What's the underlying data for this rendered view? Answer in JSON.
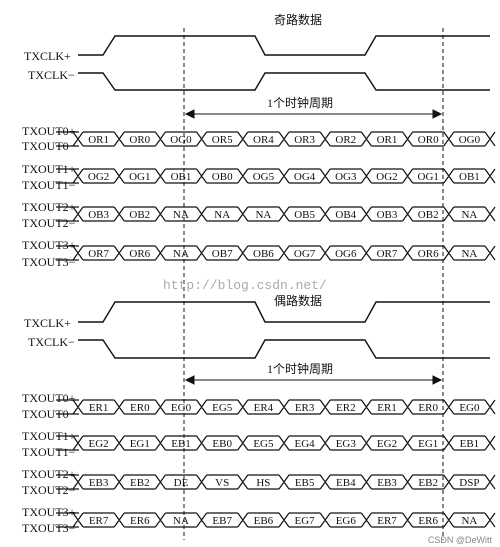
{
  "odd": {
    "title": "奇路数据",
    "clk_pos": "TXCLK+",
    "clk_neg": "TXCLK−",
    "period": "1个时钟周期",
    "pairs": [
      {
        "pos": "TXOUT0+",
        "neg": "TXOUT0−",
        "cells": [
          "OR1",
          "OR0",
          "OG0",
          "OR5",
          "OR4",
          "OR3",
          "OR2",
          "OR1",
          "OR0",
          "OG0"
        ]
      },
      {
        "pos": "TXOUT1+",
        "neg": "TXOUT1−",
        "cells": [
          "OG2",
          "OG1",
          "OB1",
          "OB0",
          "OG5",
          "OG4",
          "OG3",
          "OG2",
          "OG1",
          "OB1"
        ]
      },
      {
        "pos": "TXOUT2+",
        "neg": "TXOUT2−",
        "cells": [
          "OB3",
          "OB2",
          "NA",
          "NA",
          "NA",
          "OB5",
          "OB4",
          "OB3",
          "OB2",
          "NA"
        ]
      },
      {
        "pos": "TXOUT3+",
        "neg": "TXOUT3−",
        "cells": [
          "OR7",
          "OR6",
          "NA",
          "OB7",
          "OB6",
          "OG7",
          "OG6",
          "OR7",
          "OR6",
          "NA"
        ]
      }
    ]
  },
  "even": {
    "title": "偶路数据",
    "clk_pos": "TXCLK+",
    "clk_neg": "TXCLK−",
    "period": "1个时钟周期",
    "pairs": [
      {
        "pos": "TXOUT0+",
        "neg": "TXOUT0−",
        "cells": [
          "ER1",
          "ER0",
          "EG0",
          "EG5",
          "ER4",
          "ER3",
          "ER2",
          "ER1",
          "ER0",
          "EG0"
        ]
      },
      {
        "pos": "TXOUT1+",
        "neg": "TXOUT1−",
        "cells": [
          "EG2",
          "EG1",
          "EB1",
          "EB0",
          "EG5",
          "EG4",
          "EG3",
          "EG2",
          "EG1",
          "EB1"
        ]
      },
      {
        "pos": "TXOUT2+",
        "neg": "TXOUT2−",
        "cells": [
          "EB3",
          "EB2",
          "DE",
          "VS",
          "HS",
          "EB5",
          "EB4",
          "EB3",
          "EB2",
          "DSP"
        ]
      },
      {
        "pos": "TXOUT3+",
        "neg": "TXOUT3−",
        "cells": [
          "ER7",
          "ER6",
          "NA",
          "EB7",
          "EB6",
          "EG7",
          "EG6",
          "ER7",
          "ER6",
          "NA"
        ]
      }
    ]
  },
  "watermark": "http://blog.csdn.net/",
  "credit": "CSDN @DeWitt"
}
